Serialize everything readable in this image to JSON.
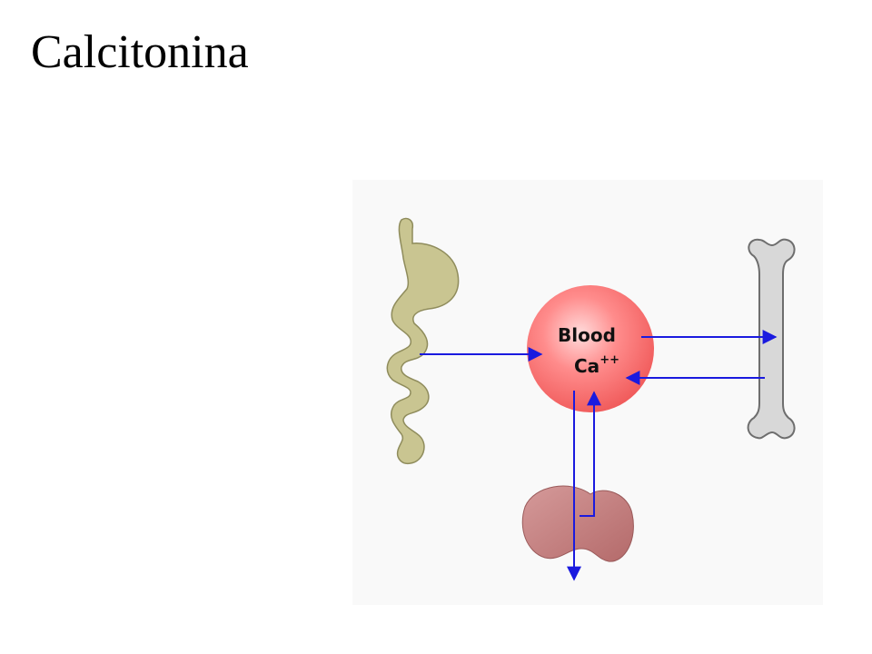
{
  "slide": {
    "title": "Calcitonina"
  },
  "diagram": {
    "center_label_line1": "Blood",
    "center_label_line2_base": "Ca",
    "center_label_line2_sup": "++",
    "colors": {
      "panel_background": "#f9f9f9",
      "arrow": "#1a1adf",
      "intestine_fill": "#c9c591",
      "bone_fill": "#d8d8d8",
      "kidney_fill": "#b46a6a",
      "blood_center": "#ffdcdc",
      "blood_edge": "#f05a5a"
    },
    "icons": {
      "intestine": "intestine-icon",
      "bone": "bone-icon",
      "kidney": "kidney-icon",
      "blood": "blood-pool-icon"
    }
  }
}
